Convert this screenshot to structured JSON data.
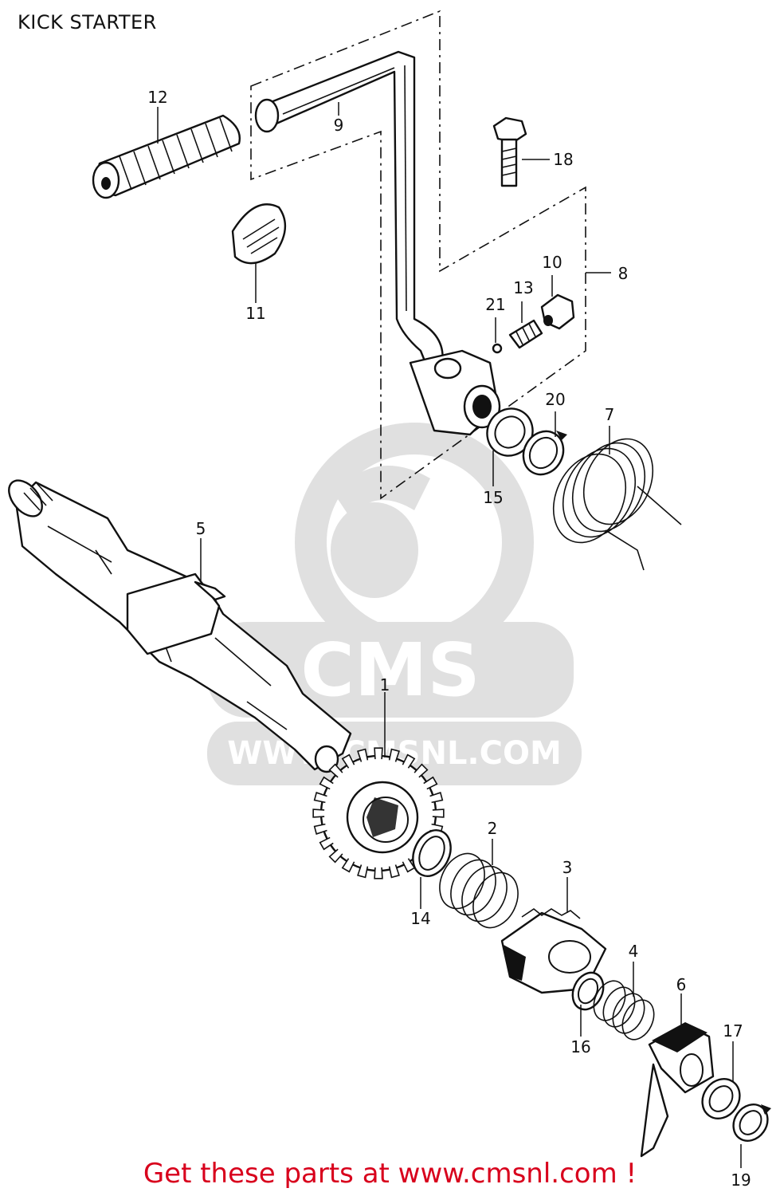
{
  "title": "KICK STARTER",
  "footer": "Get these parts at www.cmsnl.com !",
  "watermark": {
    "logo_text": "CMS",
    "url_text": "WWW.CMSNL.COM",
    "color": "#dddddd"
  },
  "colors": {
    "footer": "#d8001c",
    "ink": "#111111"
  },
  "callouts": [
    "1",
    "2",
    "3",
    "4",
    "5",
    "6",
    "7",
    "8",
    "9",
    "10",
    "11",
    "12",
    "13",
    "14",
    "15",
    "16",
    "17",
    "18",
    "19",
    "20",
    "21"
  ]
}
